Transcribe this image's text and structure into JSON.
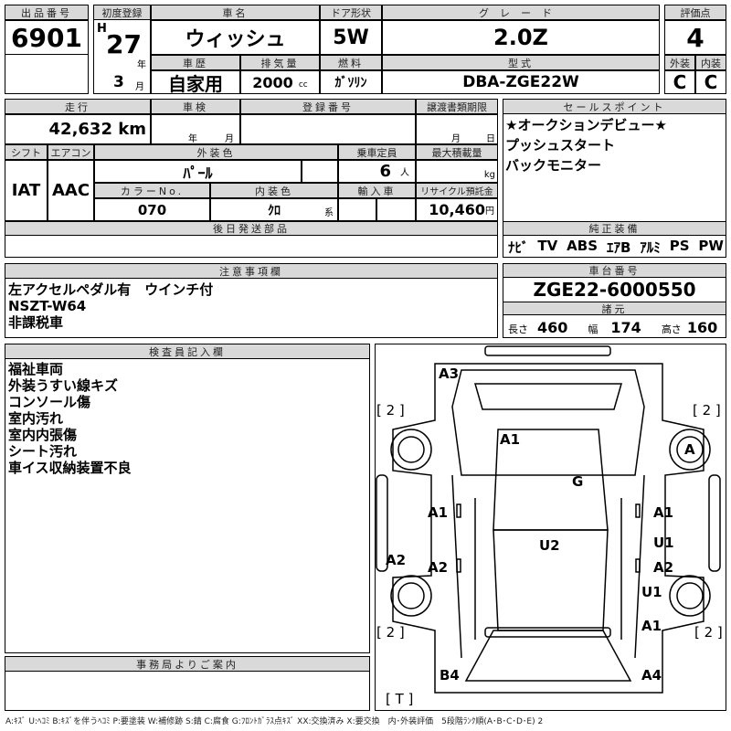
{
  "lot": {
    "label": "出品番号",
    "value": "6901"
  },
  "first_reg": {
    "label": "初度登録",
    "era": "H",
    "year": "27",
    "year_unit": "年",
    "month": "3",
    "month_unit": "月"
  },
  "car_name": {
    "label": "車名",
    "value": "ウィッシュ"
  },
  "door": {
    "label": "ドア形状",
    "value": "5W"
  },
  "grade": {
    "label": "グレード",
    "value": "2.0Z"
  },
  "history": {
    "label": "車歴",
    "value": "自家用"
  },
  "displacement": {
    "label": "排気量",
    "value": "2000",
    "unit": "cc"
  },
  "fuel": {
    "label": "燃料",
    "value": "ｶﾞｿﾘﾝ"
  },
  "model": {
    "label": "型式",
    "value": "DBA-ZGE22W"
  },
  "score": {
    "label": "評価点",
    "value": "4",
    "ext_label": "外装",
    "int_label": "内装",
    "ext": "C",
    "int": "C"
  },
  "mileage": {
    "label": "走行",
    "value": "42,632",
    "unit": "km"
  },
  "inspection": {
    "label": "車検",
    "year_unit": "年",
    "month_unit": "月"
  },
  "reg_no": {
    "label": "登録番号"
  },
  "transfer": {
    "label": "譲渡書類期限",
    "month_unit": "月",
    "day_unit": "日"
  },
  "shift": {
    "label": "シフト",
    "value": "IAT"
  },
  "ac": {
    "label": "エアコン",
    "value": "AAC"
  },
  "ext_color": {
    "label": "外装色",
    "value": "ﾊﾟｰﾙ"
  },
  "capacity": {
    "label": "乗車定員",
    "value": "6",
    "unit": "人"
  },
  "max_load": {
    "label": "最大積載量",
    "unit": "kg"
  },
  "color_no": {
    "label": "カラーNo.",
    "value": "070"
  },
  "int_color": {
    "label": "内装色",
    "value": "ｸﾛ",
    "unit": "系"
  },
  "import": {
    "label": "輸入車"
  },
  "recycle": {
    "label": "リサイクル預託金",
    "value": "10,460",
    "unit": "円"
  },
  "later_parts": {
    "label": "後日発送部品"
  },
  "sales_points": {
    "label": "セールスポイント",
    "items": [
      "★オークションデビュー★",
      "プッシュスタート",
      "バックモニター"
    ]
  },
  "equipment": {
    "label": "純正装備",
    "items": [
      "ﾅﾋﾞ",
      "TV",
      "ABS",
      "ｴｱB",
      "ｱﾙﾐ",
      "PS",
      "PW"
    ]
  },
  "notes": {
    "label": "注意事項欄",
    "lines": [
      "左アクセルペダル有　ウインチ付",
      "NSZT-W64",
      "非課税車"
    ]
  },
  "chassis": {
    "label": "車台番号",
    "value": "ZGE22-6000550"
  },
  "specs": {
    "label": "諸元",
    "length_label": "長さ",
    "length": "460",
    "width_label": "幅",
    "width": "174",
    "height_label": "高さ",
    "height": "160"
  },
  "inspector": {
    "label": "検査員記入欄",
    "lines": [
      "福祉車両",
      "外装うすい線キズ",
      "コンソール傷",
      "室内汚れ",
      "室内内張傷",
      "シート汚れ",
      "車イス収納装置不良"
    ]
  },
  "office": {
    "label": "事務局よりご案内"
  },
  "diagram": {
    "marks": [
      "A3",
      "[ 2 ]",
      "[ 2 ]",
      "A1",
      "A",
      "G",
      "A1",
      "A1",
      "U2",
      "U1",
      "A2",
      "A2",
      "A2",
      "U1",
      "A1",
      "[ 2 ]",
      "[ 2 ]",
      "B4",
      "A4",
      "[ T ]"
    ]
  },
  "legend": "A:ｷｽﾞ U:ﾍｺﾐ B:ｷｽﾞを伴うﾍｺﾐ P:要塗装 W:補修跡 S:錆 C:腐食 G:ﾌﾛﾝﾄｶﾞﾗｽ点ｷｽﾞ XX:交換済み X:要交換　内･外装評価　5段階ﾗﾝｸ順(A･B･C･D･E) 2"
}
